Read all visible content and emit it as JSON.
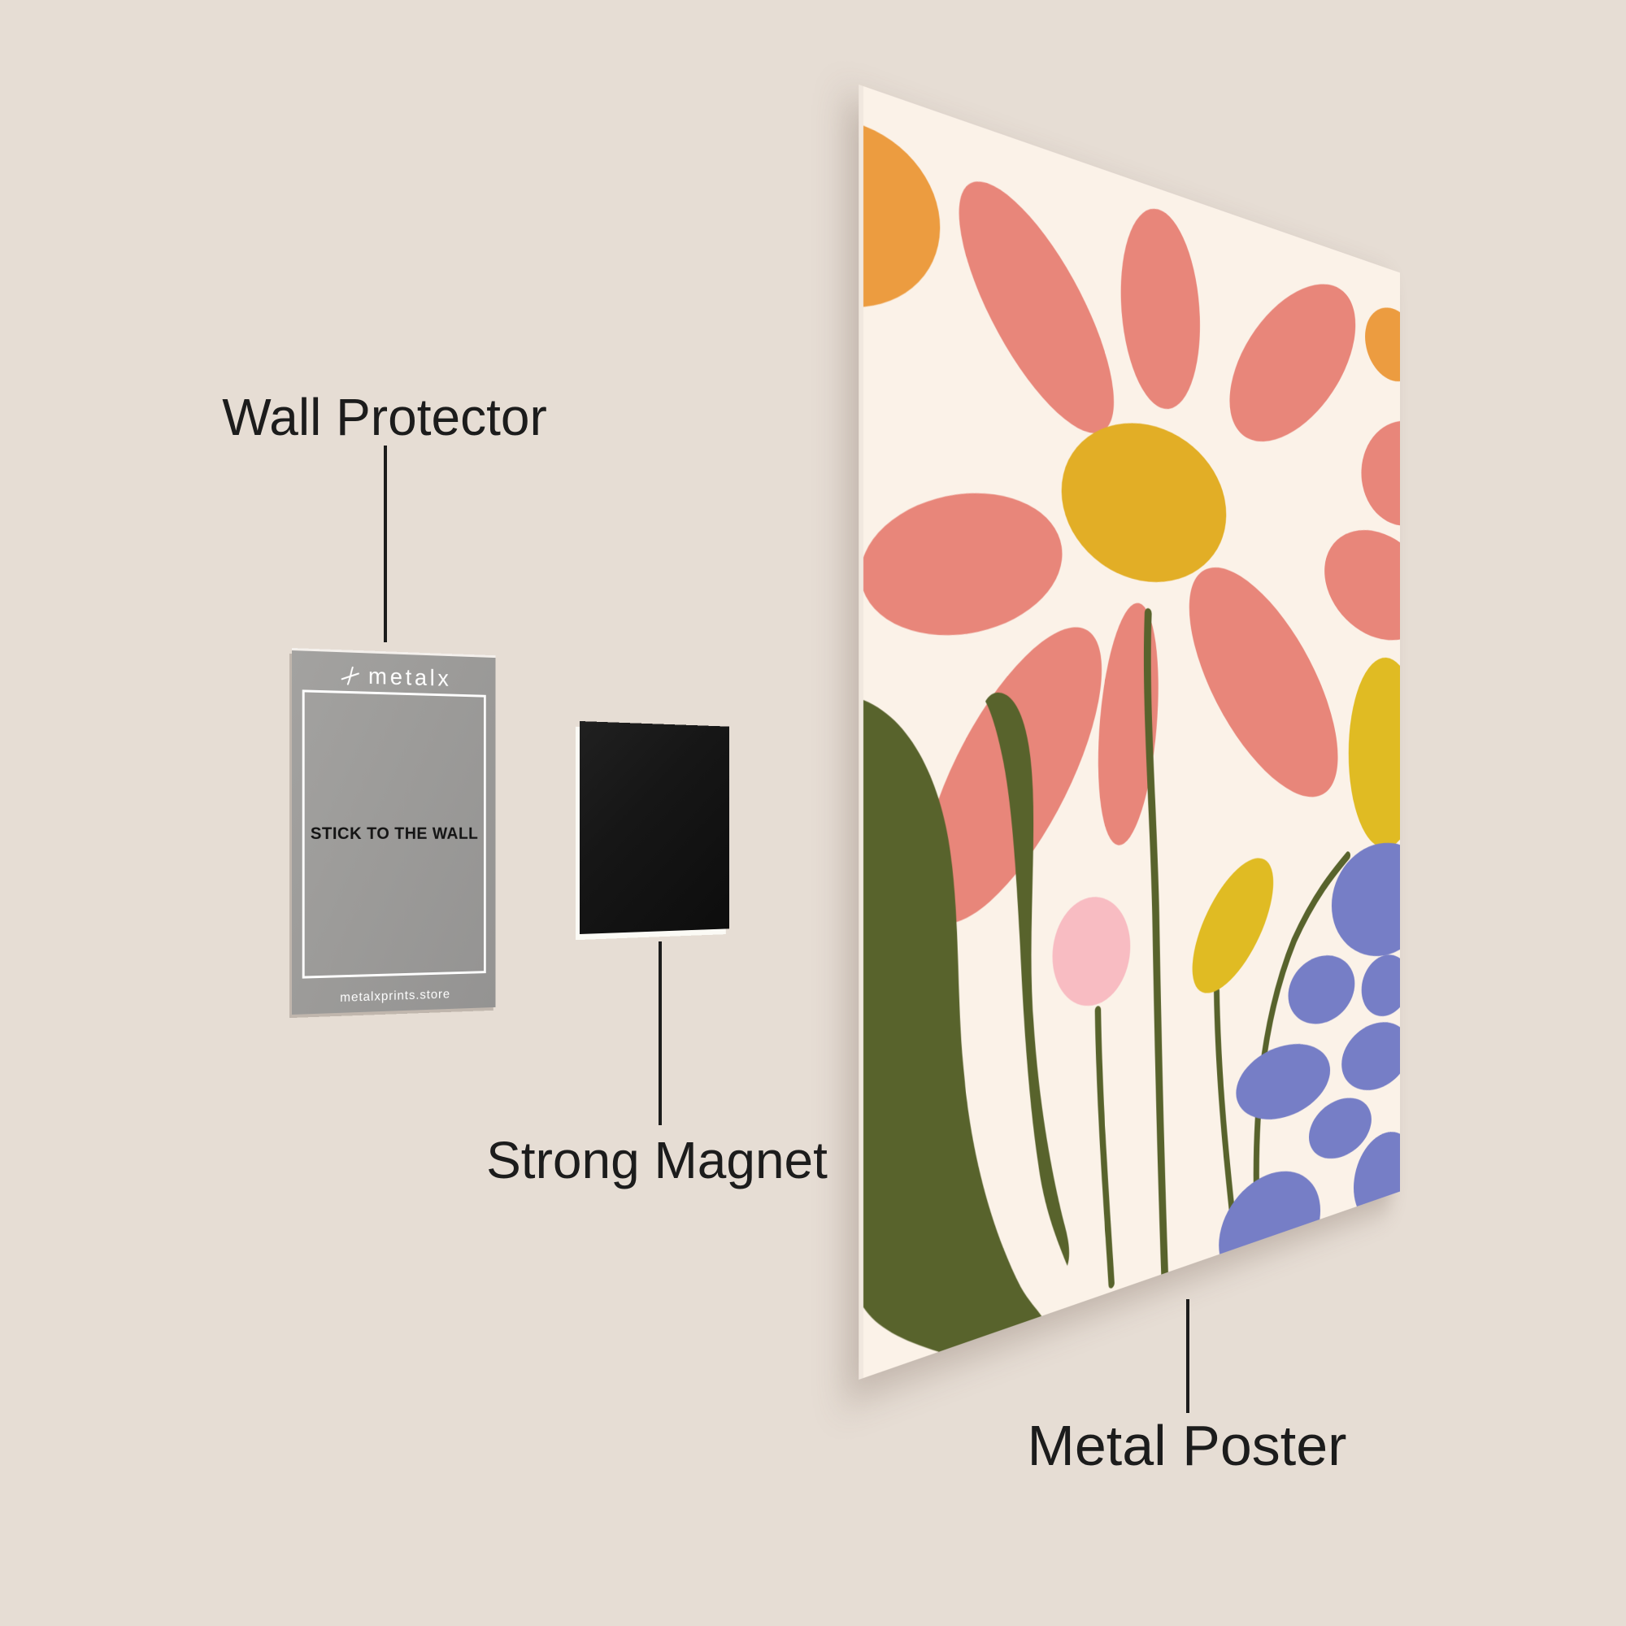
{
  "palette": {
    "wall": "#E6DDD4",
    "ink": "#1C1C1C",
    "card-gray": "#9C9B99",
    "card-text": "#141414",
    "card-white": "#FFFFFF",
    "magnet-black": "#161616",
    "magnet-edge": "#FBFAF5",
    "poster-cream": "#FBF2E8",
    "poster-edge": "#F1E8DF",
    "petal": "#E8867A",
    "disc": "#E2AE26",
    "orange": "#EC9C40",
    "yellow": "#E0BB23",
    "olive": "#58632C",
    "peri": "#767EC6",
    "blush": "#F8BCC2"
  },
  "labels": {
    "wall_protector": "Wall Protector",
    "strong_magnet": "Strong Magnet",
    "metal_poster": "Metal Poster"
  },
  "wall_protector_card": {
    "brand": "metalx",
    "center_text": "STICK TO THE WALL",
    "footer": "metalxprints.store"
  },
  "poster_artwork": {
    "theme": "abstract flower market print",
    "shapes": [
      "pink daisy with nine petals",
      "mustard flower center",
      "orange corner blob",
      "orange right-edge blob",
      "mustard right-edge blob",
      "olive leaf mass",
      "olive leaf band",
      "four olive stems",
      "blush round bud",
      "mustard tilted ellipse",
      "periwinkle pebble cluster"
    ]
  }
}
